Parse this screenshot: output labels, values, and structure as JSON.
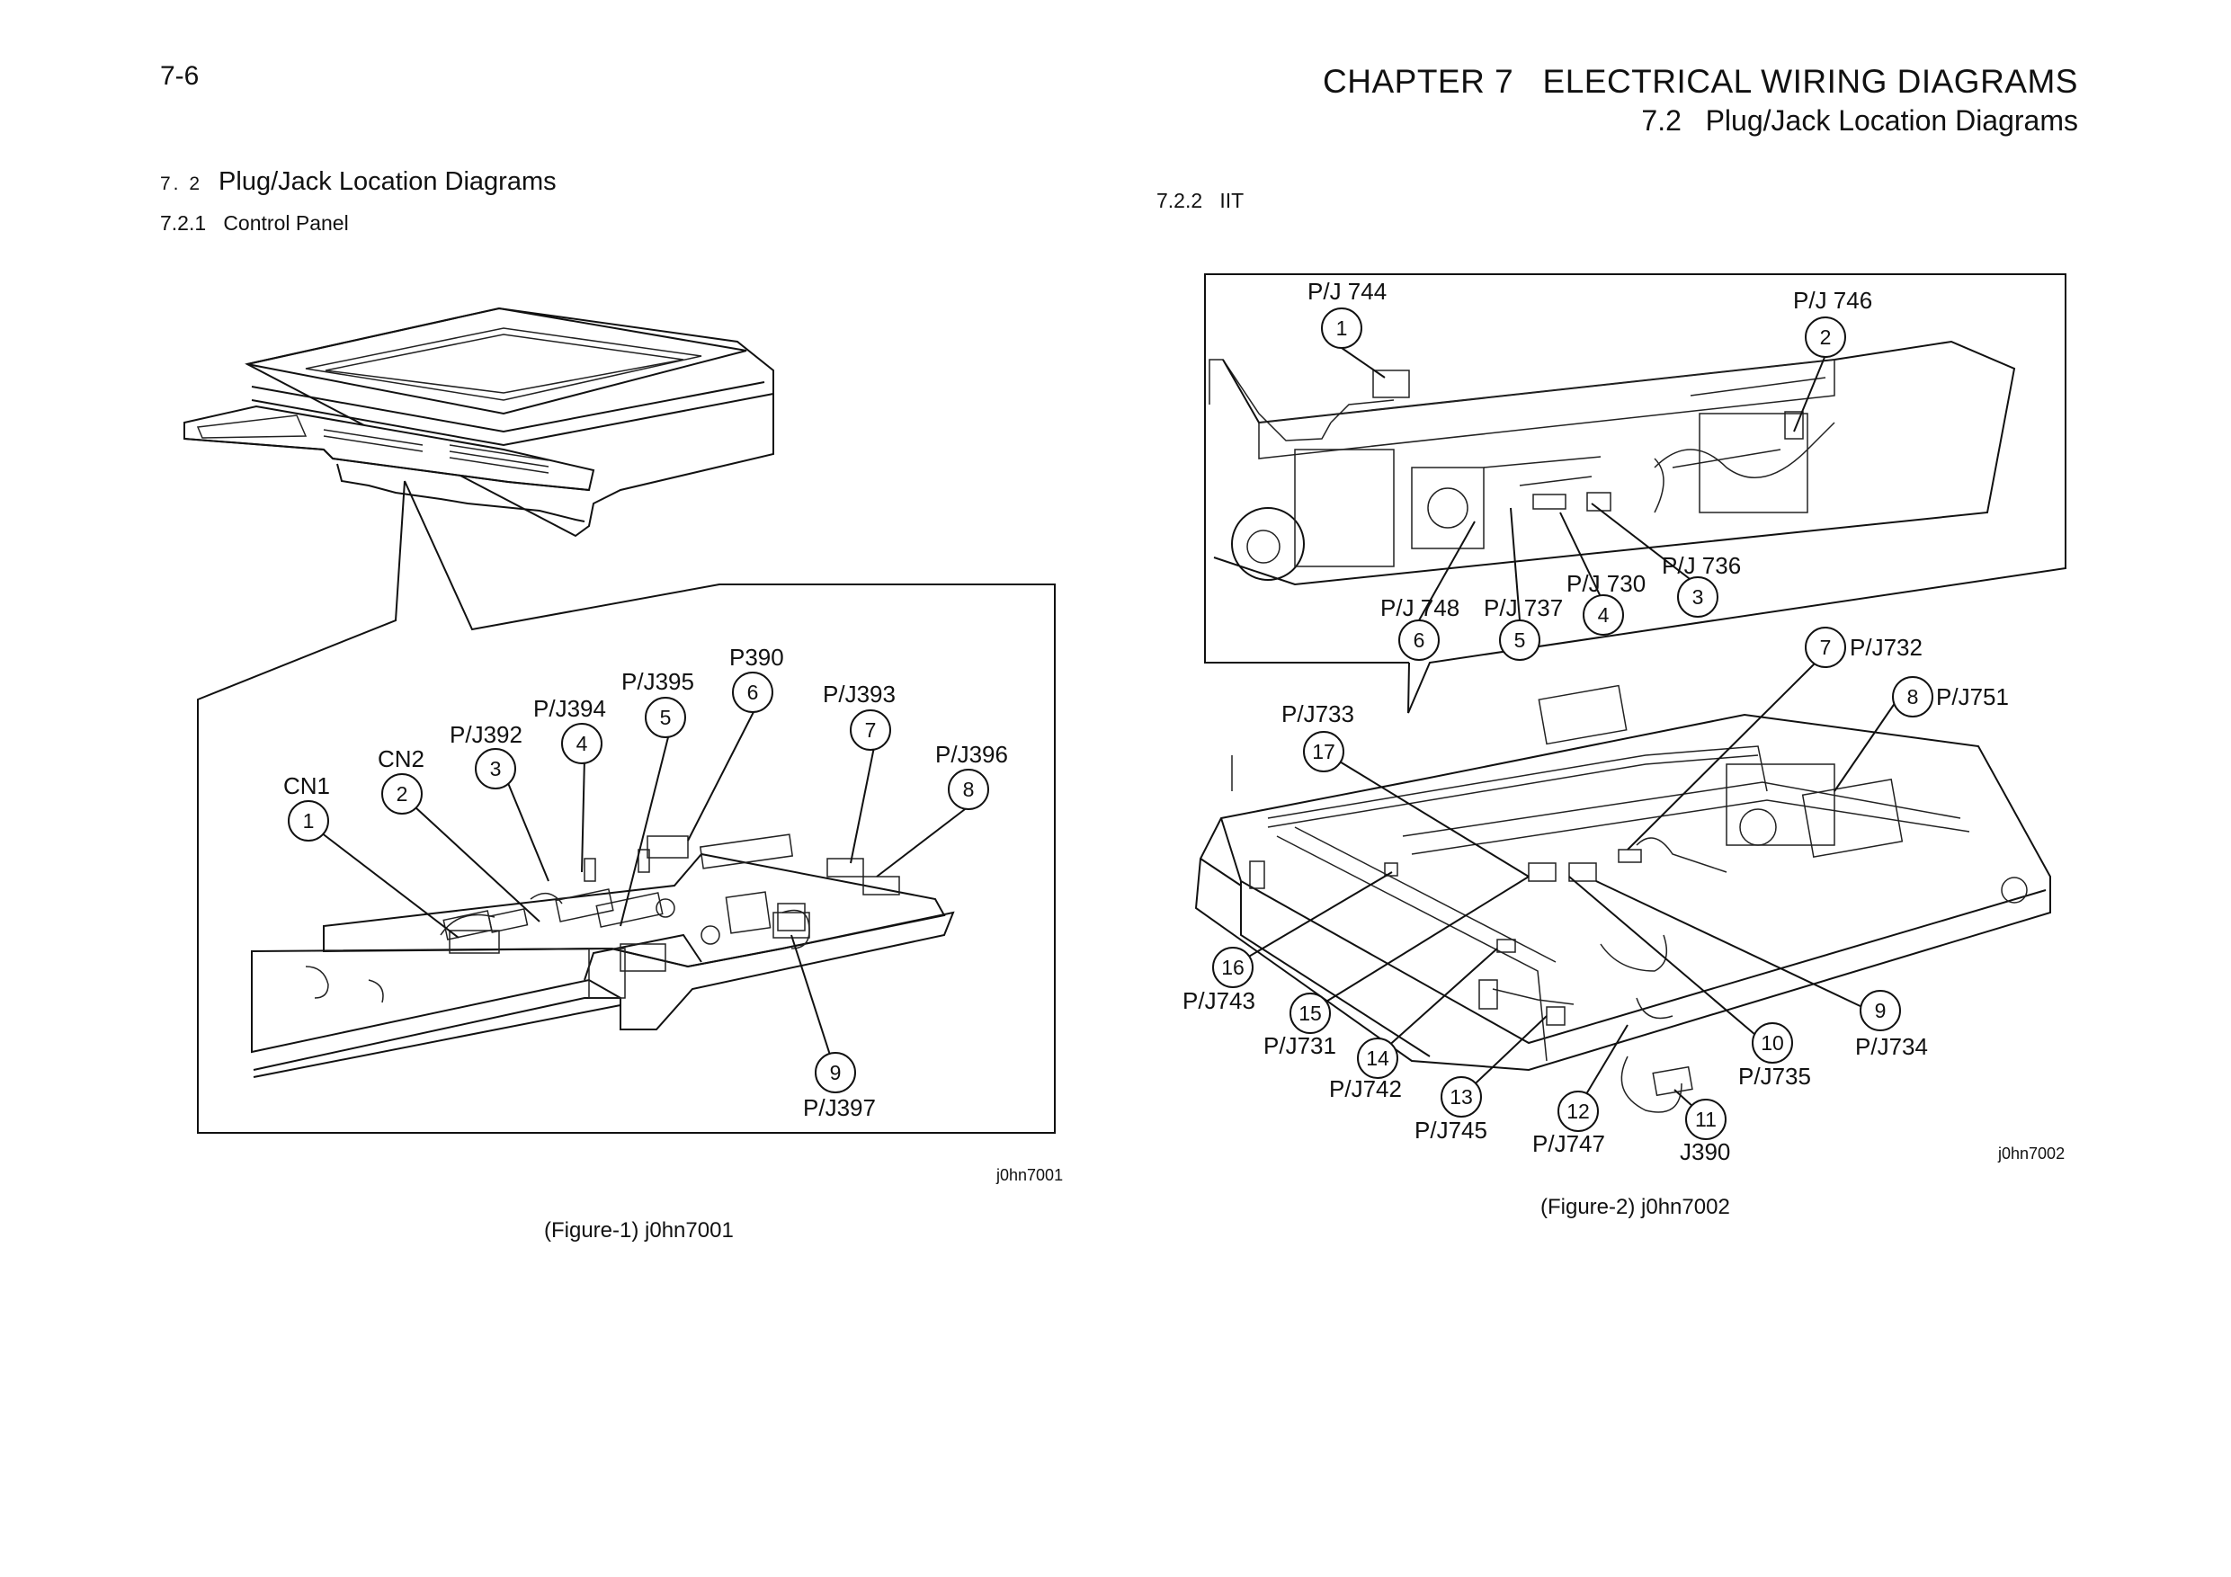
{
  "header": {
    "page_number": "7-6",
    "chapter": "CHAPTER 7   ELECTRICAL WIRING DIAGRAMS",
    "section": "7.2   Plug/Jack Location Diagrams"
  },
  "section_72": {
    "number": "7. 2",
    "title": "Plug/Jack Location Diagrams"
  },
  "section_721": "7.2.1   Control Panel",
  "section_722": "7.2.2   IIT",
  "figure1": {
    "code": "j0hn7001",
    "caption": "(Figure-1) j0hn7001",
    "callouts": [
      {
        "n": "1",
        "label": "CN1"
      },
      {
        "n": "2",
        "label": "CN2"
      },
      {
        "n": "3",
        "label": "P/J392"
      },
      {
        "n": "4",
        "label": "P/J394"
      },
      {
        "n": "5",
        "label": "P/J395"
      },
      {
        "n": "6",
        "label": "P390"
      },
      {
        "n": "7",
        "label": "P/J393"
      },
      {
        "n": "8",
        "label": "P/J396"
      },
      {
        "n": "9",
        "label": "P/J397"
      }
    ]
  },
  "figure2": {
    "code": "j0hn7002",
    "caption": "(Figure-2) j0hn7002",
    "callouts": [
      {
        "n": "1",
        "label": "P/J 744"
      },
      {
        "n": "2",
        "label": "P/J 746"
      },
      {
        "n": "3",
        "label": "P/J 736"
      },
      {
        "n": "4",
        "label": "P/J 730"
      },
      {
        "n": "5",
        "label": "P/J 737"
      },
      {
        "n": "6",
        "label": "P/J 748"
      },
      {
        "n": "7",
        "label": "P/J732"
      },
      {
        "n": "8",
        "label": "P/J751"
      },
      {
        "n": "9",
        "label": "P/J734"
      },
      {
        "n": "10",
        "label": "P/J735"
      },
      {
        "n": "11",
        "label": "J390"
      },
      {
        "n": "12",
        "label": "P/J747"
      },
      {
        "n": "13",
        "label": "P/J745"
      },
      {
        "n": "14",
        "label": "P/J742"
      },
      {
        "n": "15",
        "label": "P/J731"
      },
      {
        "n": "16",
        "label": "P/J743"
      },
      {
        "n": "17",
        "label": "P/J733"
      }
    ]
  }
}
